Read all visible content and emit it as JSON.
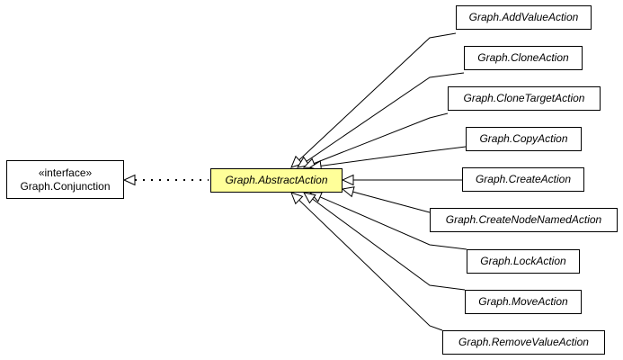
{
  "colors": {
    "focus_fill": "#ffff99",
    "node_fill": "#ffffff",
    "stroke": "#000000"
  },
  "interface_node": {
    "stereotype": "«interface»",
    "name": "Graph.Conjunction"
  },
  "focus_node": {
    "name": "Graph.AbstractAction"
  },
  "subclasses": [
    {
      "name": "Graph.AddValueAction"
    },
    {
      "name": "Graph.CloneAction"
    },
    {
      "name": "Graph.CloneTargetAction"
    },
    {
      "name": "Graph.CopyAction"
    },
    {
      "name": "Graph.CreateAction"
    },
    {
      "name": "Graph.CreateNodeNamedAction"
    },
    {
      "name": "Graph.LockAction"
    },
    {
      "name": "Graph.MoveAction"
    },
    {
      "name": "Graph.RemoveValueAction"
    }
  ]
}
